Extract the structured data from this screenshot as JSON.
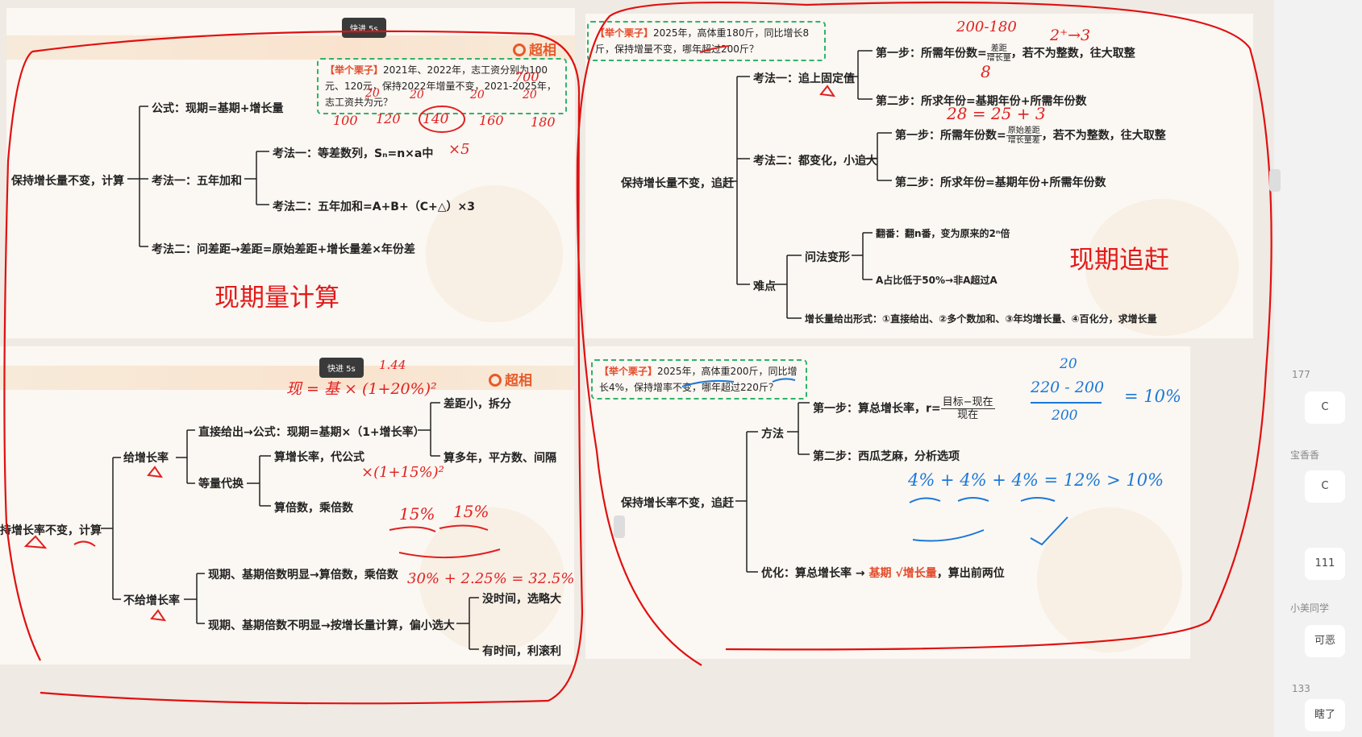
{
  "top_left": {
    "speed": "快进 5s",
    "brand": "超相",
    "example": {
      "tag": "【举个栗子】",
      "text": "2021年、2022年，志工资分别为100元、120元，保持2022年增量不变，2021-2025年，志工资共为",
      "q": "元？"
    },
    "root": "保持增长量不变，计算",
    "formula": "公式：现期=基期+增长量",
    "method1": "考法一：五年加和",
    "m1a": "考法一：等差数列，Sₙ=n×a中",
    "m1b": "考法二：五年加和=A+B+（C+△）×3",
    "method2": "考法二：问差距→差距=原始差距+增长量差×年份差",
    "handwriting": [
      "100",
      "120",
      "140",
      "160",
      "180",
      "20",
      "20",
      "20",
      "20",
      "×5",
      "700"
    ]
  },
  "top_right": {
    "example": {
      "tag": "【举个栗子】",
      "text": "2025年，高体重180斤，同比增长8斤，保持增量不变，哪年超过200斤？"
    },
    "root": "保持增长量不变，追赶",
    "method1": "考法一：追上固定值",
    "step1a": "第一步：所需年份数=",
    "step1a_num": "差距",
    "step1a_den": "增长量",
    "step1a_end": "，若不为整数，往大取整",
    "step1b": "第二步：所求年份=基期年份+所需年份数",
    "method2": "考法二：都变化，小追大",
    "step2a": "第一步：所需年份数=",
    "step2a_num": "原始差距",
    "step2a_den": "增长量差",
    "step2a_end": "，若不为整数，往大取整",
    "step2b": "第二步：所求年份=基期年份+所需年份数",
    "difficulty": "难点",
    "wording": "问法变形",
    "w1": "翻番：翻n番，变为原来的2ⁿ倍",
    "w2": "A占比低于50%→非A超过A",
    "forms": "增长量给出形式：①直接给出、②多个数加和、③年均增长量、④百化分，求增长量",
    "title": "现期追赶",
    "handwriting": [
      "200-180",
      "8",
      "2⁺→3",
      "28 = 25 + 3"
    ]
  },
  "bottom_left": {
    "speed": "快进 5s",
    "brand": "超相",
    "root": "持增长率不变，计算",
    "given": "给增长率",
    "direct": "直接给出→公式：现期=基期×（1+增长率）",
    "d1": "差距小，拆分",
    "d2": "算多年，平方数、间隔",
    "equiv": "等量代换",
    "e1": "算增长率，代公式",
    "e2": "算倍数，乘倍数",
    "notgiven": "不给增长率",
    "n1": "现期、基期倍数明显→算倍数，乘倍数",
    "n2": "现期、基期倍数不明显→按增长量计算，偏小选大",
    "n2a": "没时间，选略大",
    "n2b": "有时间，利滚利",
    "handwriting": [
      "1.44",
      "现 = 基 × (1+20%)²",
      "×(1+15%)²",
      "15%",
      "15%",
      "30% + 2.25% = 32.5%"
    ]
  },
  "bottom_right": {
    "example": {
      "tag": "【举个栗子】",
      "text": "2025年，高体重200斤，同比增长4%，保持增率不变，哪年超过220斤？"
    },
    "root": "保持增长率不变，追赶",
    "method": "方法",
    "s1": "第一步：算总增长率，r=",
    "s1_num": "目标−现在",
    "s1_den": "现在",
    "s2": "第二步：西瓜芝麻，分析选项",
    "opt": "优化：算总增长率 →",
    "opt_red": "基期 √增长量",
    "opt_end": "，算出前两位",
    "handwriting": [
      "20",
      "220 - 200",
      "200",
      "= 10%",
      "4% + 4% + 4% = 12% > 10%"
    ]
  },
  "left_title": "现期量计算",
  "sidebar": {
    "times": [
      "177",
      "133"
    ],
    "names": [
      "宝香香",
      "小美同学"
    ],
    "bubbles": [
      "C",
      "C",
      "111",
      "可恶",
      "瞎了"
    ]
  }
}
